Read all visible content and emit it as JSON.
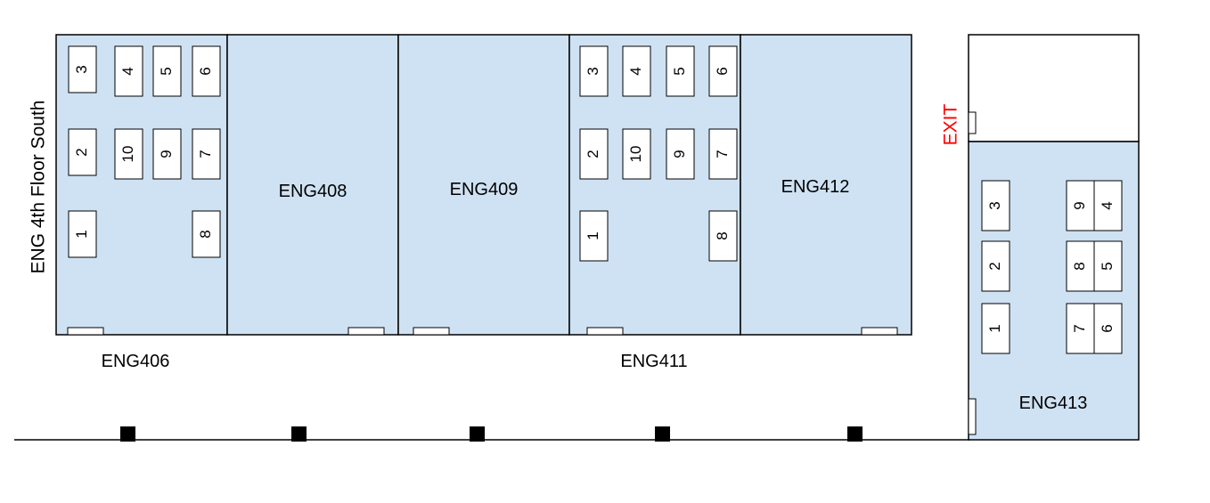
{
  "title": "ENG 4th Floor South",
  "exit_label": "EXIT",
  "exit_color": "#ff0000",
  "room_fill": "#cfe2f3",
  "rooms": {
    "eng406": "ENG406",
    "eng408": "ENG408",
    "eng409": "ENG409",
    "eng411": "ENG411",
    "eng412": "ENG412",
    "eng413": "ENG413"
  },
  "seats": {
    "eng406": [
      "1",
      "2",
      "3",
      "4",
      "5",
      "6",
      "7",
      "8",
      "9",
      "10"
    ],
    "eng411": [
      "1",
      "2",
      "3",
      "4",
      "5",
      "6",
      "7",
      "8",
      "9",
      "10"
    ],
    "eng413": [
      "1",
      "2",
      "3",
      "4",
      "5",
      "6",
      "7",
      "8",
      "9"
    ]
  }
}
